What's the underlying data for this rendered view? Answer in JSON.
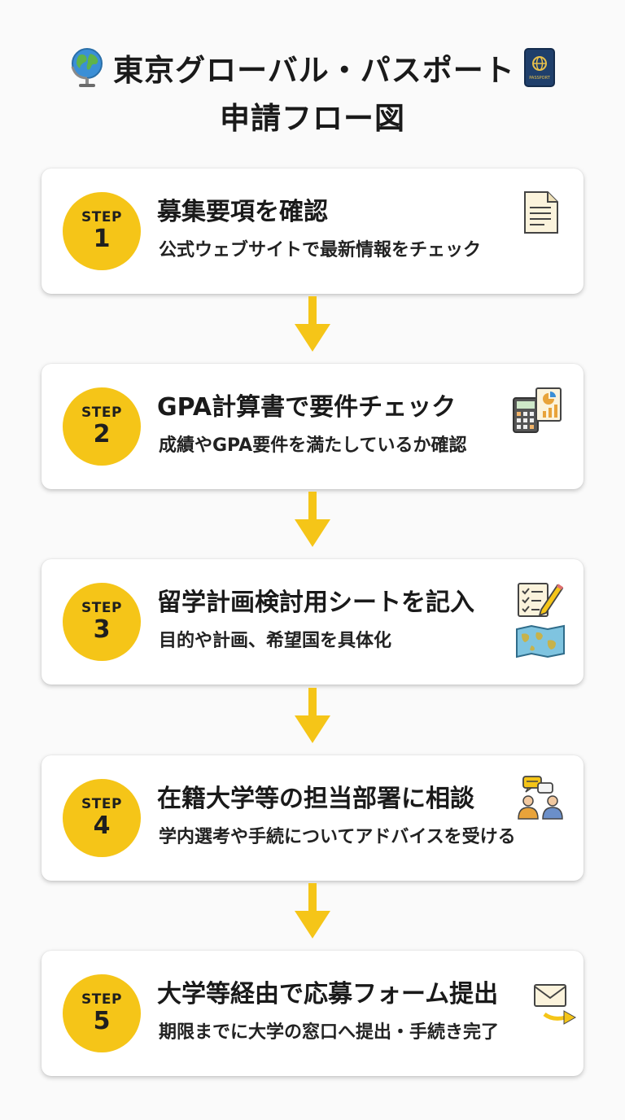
{
  "title": {
    "line1": "東京グローバル・パスポート",
    "line2": "申請フロー図",
    "left_icon": "globe-icon",
    "right_icon": "passport-icon",
    "passport_label": "PASSPORT"
  },
  "colors": {
    "accent": "#f5c518",
    "card": "#ffffff",
    "background": "#fafafa",
    "text": "#1a1a1a"
  },
  "steps": [
    {
      "label": "STEP",
      "number": "1",
      "title": "募集要項を確認",
      "desc": "公式ウェブサイトで最新情報をチェック",
      "icons": [
        "document-icon"
      ]
    },
    {
      "label": "STEP",
      "number": "2",
      "title": "GPA計算書で要件チェック",
      "desc": "成績やGPA要件を満たしているか確認",
      "icons": [
        "calculator-icon",
        "report-chart-icon"
      ]
    },
    {
      "label": "STEP",
      "number": "3",
      "title": "留学計画検討用シートを記入",
      "desc": "目的や計画、希望国を具体化",
      "icons": [
        "checklist-pencil-icon",
        "world-map-icon"
      ]
    },
    {
      "label": "STEP",
      "number": "4",
      "title": "在籍大学等の担当部署に相談",
      "desc": "学内選考や手続についてアドバイスを受ける",
      "icons": [
        "consultation-people-icon"
      ]
    },
    {
      "label": "STEP",
      "number": "5",
      "title": "大学等経由で応募フォーム提出",
      "desc": "期限までに大学の窓口へ提出・手続き完了",
      "icons": [
        "envelope-send-icon"
      ]
    }
  ]
}
